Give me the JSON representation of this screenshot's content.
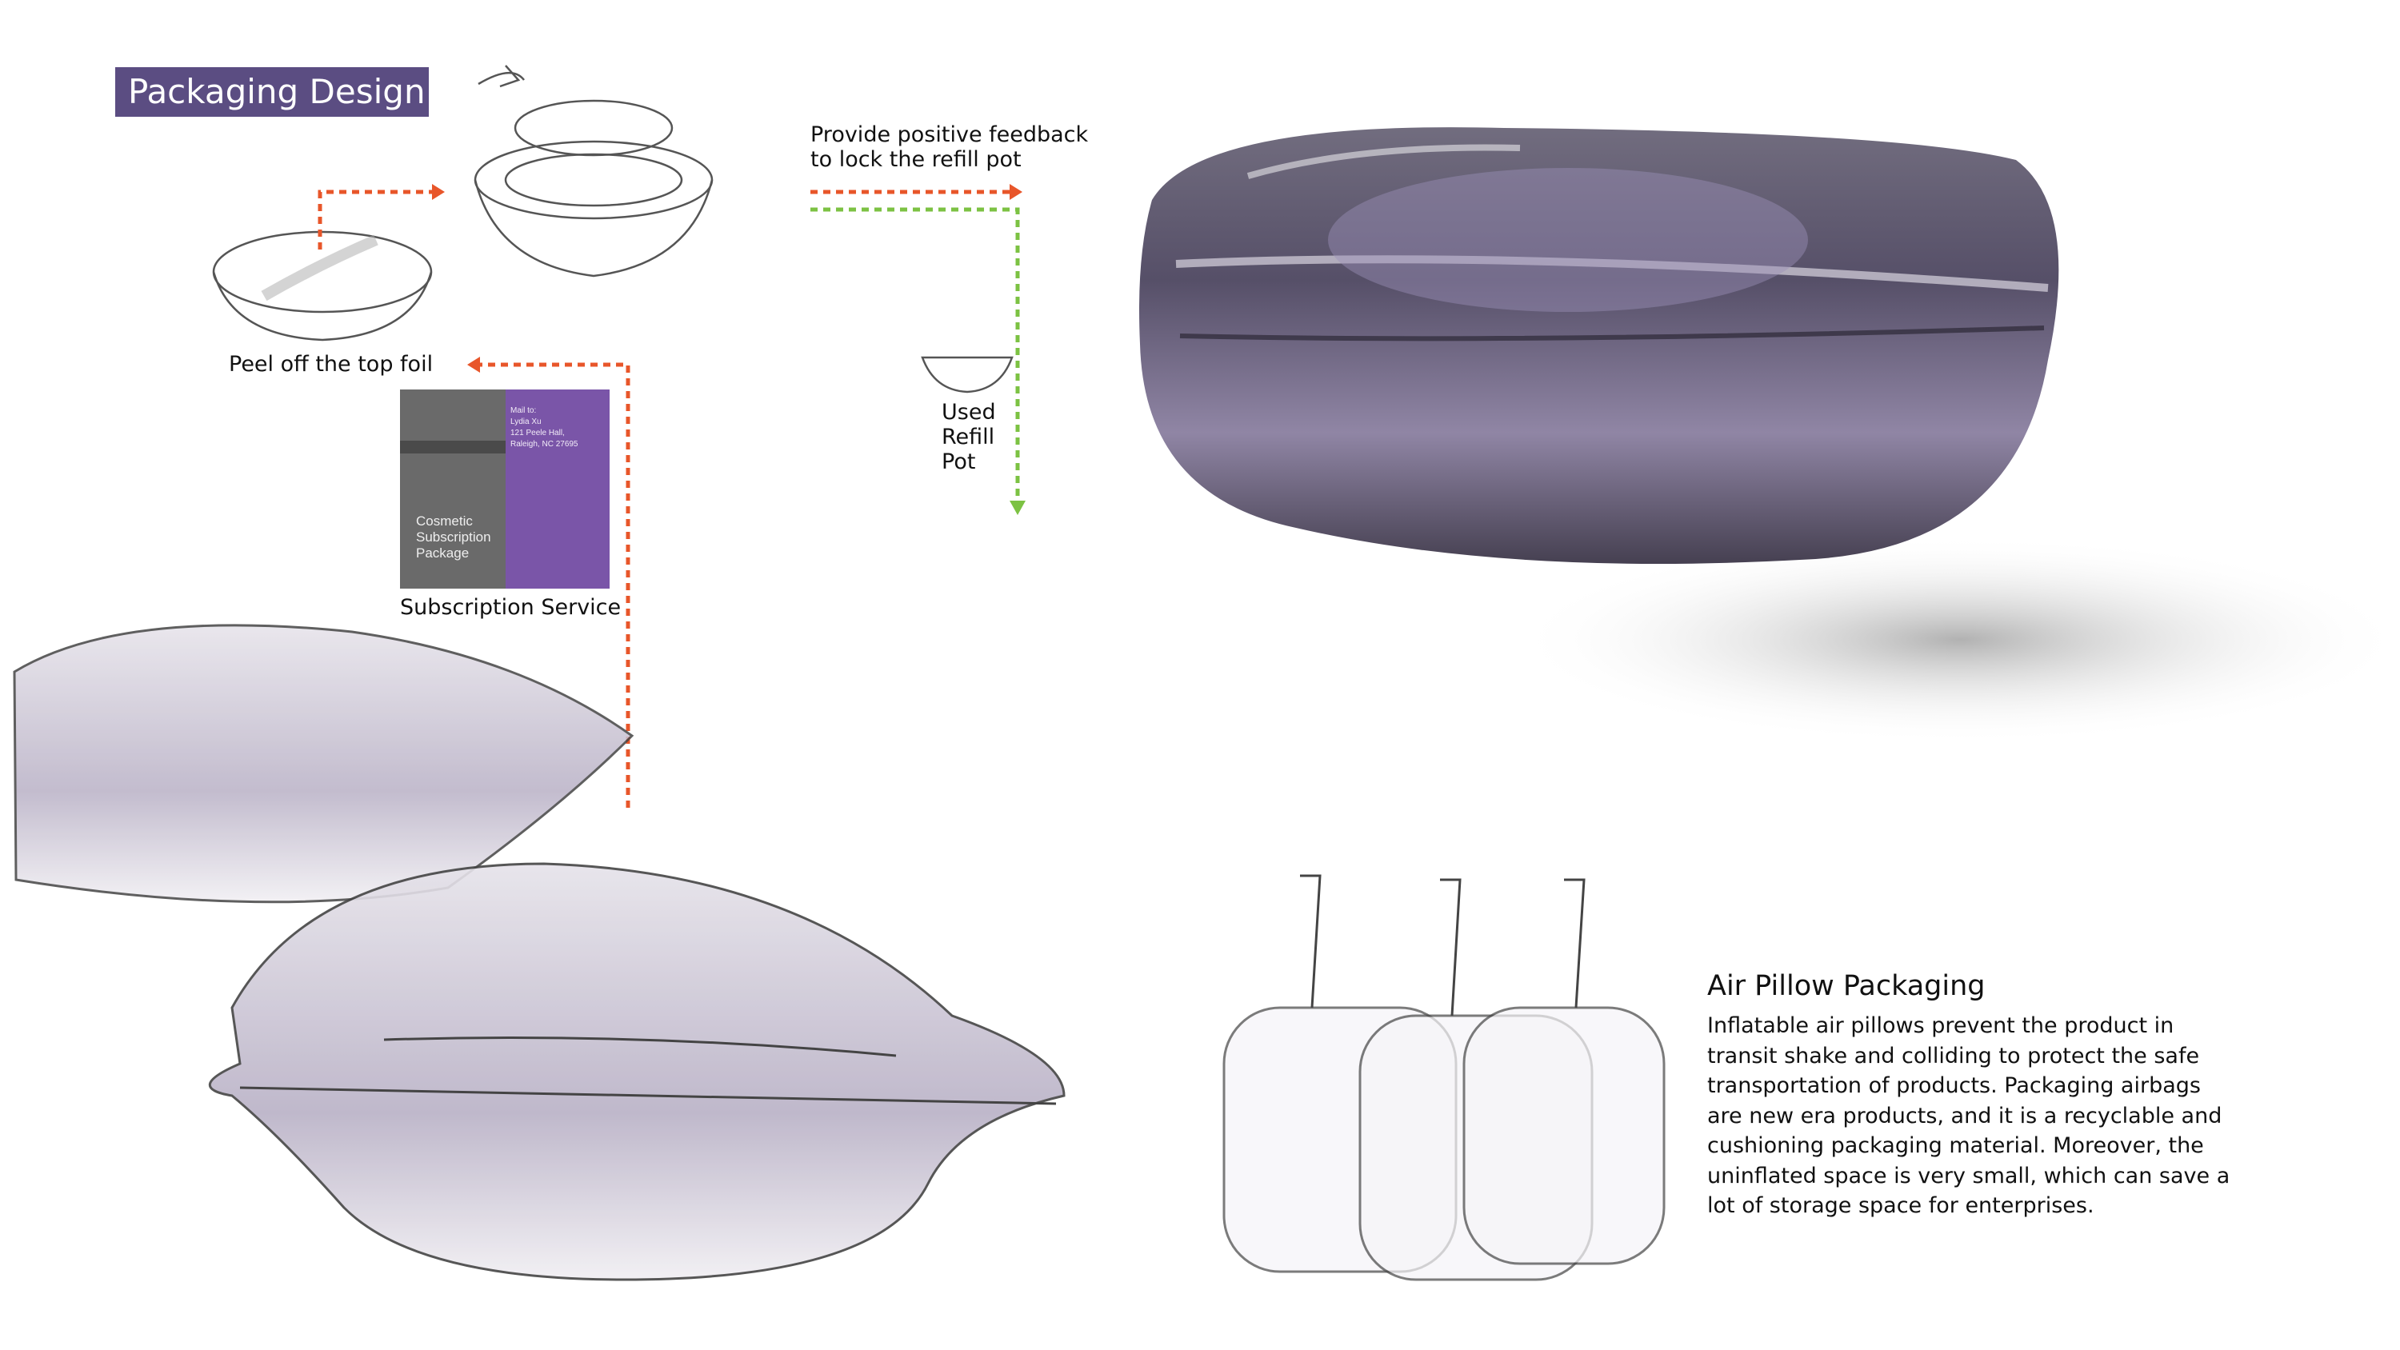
{
  "header": {
    "title": "Packaging Design"
  },
  "steps": {
    "peel": "Peel off the top foil",
    "feedback": [
      "Provide positive feedback",
      "to lock the refill pot"
    ],
    "used": [
      "Used",
      "Refill",
      "Pot"
    ],
    "subscription": "Subscription Service"
  },
  "package": {
    "address": [
      "Mail to:",
      "Lydia Xu",
      "121 Peele Hall,",
      "Raleigh, NC 27695"
    ],
    "name": [
      "Cosmetic",
      "Subscription",
      "Package"
    ]
  },
  "air_pillow": {
    "title": "Air Pillow Packaging",
    "body": [
      "Inflatable air pillows prevent the product in",
      "transit shake and colliding to protect the safe",
      "transportation of products. Packaging airbags",
      "are new era products, and it is a recyclable and",
      "cushioning packaging material. Moreover, the",
      "uninflated space is very small, which can save a",
      "lot of storage space for enterprises."
    ]
  },
  "colors": {
    "accent_purple": "#5b4d82",
    "arrow_orange": "#e8562a",
    "arrow_green": "#7cc243"
  }
}
